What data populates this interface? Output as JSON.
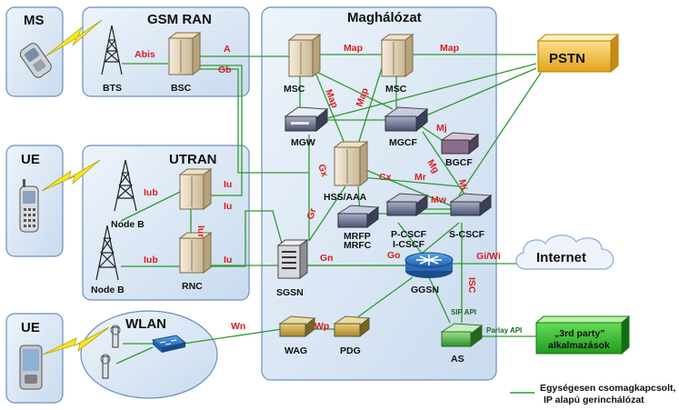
{
  "areas": {
    "ms": "MS",
    "gsm_ran": "GSM RAN",
    "ue1": "UE",
    "utran": "UTRAN",
    "ue2": "UE",
    "wlan": "WLAN",
    "core": "Maghálózat"
  },
  "nodes": {
    "bts": "BTS",
    "bsc": "BSC",
    "node_b1": "Node B",
    "node_b2": "Node B",
    "rnc": "RNC",
    "msc1": "MSC",
    "msc2": "MSC",
    "mgw": "MGW",
    "mgcf": "MGCF",
    "bgcf": "BGCF",
    "hss": "HSS/AAA",
    "mrfp": "MRFP",
    "mrfc": "MRFC",
    "pcscf": "P-CSCF",
    "icscf": "I-CSCF",
    "scscf": "S-CSCF",
    "sgsn": "SGSN",
    "ggsn": "GGSN",
    "wag": "WAG",
    "pdg": "PDG",
    "as": "AS",
    "pstn": "PSTN",
    "internet": "Internet",
    "third_party_l1": "„3rd party”",
    "third_party_l2": "alkalmazások"
  },
  "interfaces": {
    "abis": "Abis",
    "a": "A",
    "gb": "Gb",
    "map1": "Map",
    "map2": "Map",
    "map3": "Map",
    "map4": "Map",
    "iub1": "Iub",
    "iub2": "Iub",
    "iur": "Iur",
    "iu1": "Iu",
    "iu2": "Iu",
    "iu3": "Iu",
    "gr": "Gr",
    "gn": "Gn",
    "go": "Go",
    "gi_wi": "Gi/Wi",
    "isc": "ISC",
    "wn": "Wn",
    "wp": "Wp",
    "cx": "Cx",
    "mr": "Mr",
    "mw": "Mw",
    "mj": "Mj",
    "mg": "Mg",
    "mi": "Mi",
    "gx": "Gx",
    "sip_api": "SIP API",
    "parlay_api": "Parlay API"
  },
  "legend": {
    "line1": "Egységesen csomagkapcsolt,",
    "line2": "IP alapú gerinchálózat"
  },
  "colors": {
    "link": "#2e9a2e",
    "interface_label": "#d81e1e",
    "area_fill": "#d6e4f2",
    "area_stroke": "#6b8fbf",
    "pstn": "#f2c040",
    "third_party": "#33b833"
  }
}
